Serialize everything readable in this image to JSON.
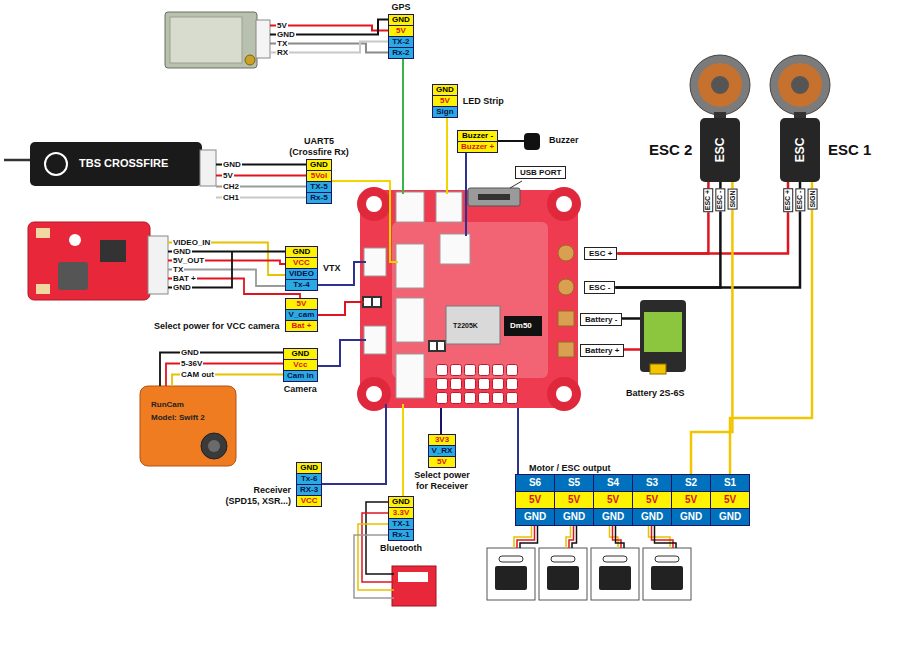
{
  "diagram": {
    "nodes": [
      {
        "text": [
          "GPS",
          "GND",
          "5V",
          "TX-2",
          "Rx-2"
        ]
      },
      {
        "text": [
          "LED Strip",
          "GND",
          "5V",
          "Sign"
        ]
      },
      {
        "text": [
          "Buzzer -",
          "Buzzer +"
        ]
      },
      {
        "text": [
          "UART5 (Crossfire Rx)",
          "GND",
          "5Vol",
          "TX-5",
          "Rx-5"
        ]
      },
      {
        "text": [
          "VTX",
          "GND",
          "VCC",
          "VIDEO",
          "Tx-4"
        ]
      },
      {
        "text": [
          "Select power for VCC camera",
          "5V",
          "V_cam",
          "Bat +"
        ]
      },
      {
        "text": [
          "Camera",
          "GND",
          "Vcc",
          "Cam in"
        ]
      },
      {
        "text": [
          "Receiver (SPD15, XSR...)",
          "GND",
          "Tx-6",
          "RX-3",
          "VCC"
        ]
      },
      {
        "text": [
          "Select power for Receiver",
          "3V3",
          "V_RX",
          "5V"
        ]
      },
      {
        "text": [
          "Bluetooth",
          "GND",
          "3.3V",
          "TX-1",
          "Rx-1"
        ]
      },
      {
        "text": [
          "Motor / ESC output",
          "S6",
          "S5",
          "S4",
          "S3",
          "S2",
          "S1",
          "5V",
          "5V",
          "5V",
          "5V",
          "5V",
          "5V",
          "GND",
          "GND",
          "GND",
          "GND",
          "GND",
          "GND"
        ]
      },
      {
        "text": [
          "ESC 2",
          "ESC"
        ]
      },
      {
        "text": [
          "ESC 1",
          "ESC"
        ]
      },
      {
        "text": [
          "ESC +"
        ]
      },
      {
        "text": [
          "ESC -"
        ]
      },
      {
        "text": [
          "Battery -"
        ]
      },
      {
        "text": [
          "Battery +"
        ]
      },
      {
        "text": [
          "USB PORT"
        ]
      }
    ],
    "edges": [
      {
        "from": 13,
        "to": 11,
        "label": "ESC +",
        "arrow": "none"
      },
      {
        "from": 13,
        "to": 12,
        "label": "ESC +",
        "arrow": "none"
      },
      {
        "from": 14,
        "to": 11,
        "label": "ESC -",
        "arrow": "none"
      },
      {
        "from": 14,
        "to": 12,
        "label": "ESC -",
        "arrow": "none"
      },
      {
        "from": 10,
        "to": 11,
        "label": "SIGN",
        "arrow": "none"
      },
      {
        "from": 10,
        "to": 12,
        "label": "SIGN",
        "arrow": "none"
      }
    ],
    "labels": [
      "5V",
      "GND",
      "TX",
      "RX",
      "Buzzer",
      "GND",
      "5V",
      "CH2",
      "CH1",
      "TBS CROSSFIRE",
      "VIDEO_IN",
      "GND",
      "5V_OUT",
      "TX",
      "BAT +",
      "GND",
      "GND",
      "5-36V",
      "CAM out",
      "RunCam",
      "Model: Swift 2",
      "Battery 2S-6S",
      "Dm50",
      "T2205K"
    ]
  }
}
